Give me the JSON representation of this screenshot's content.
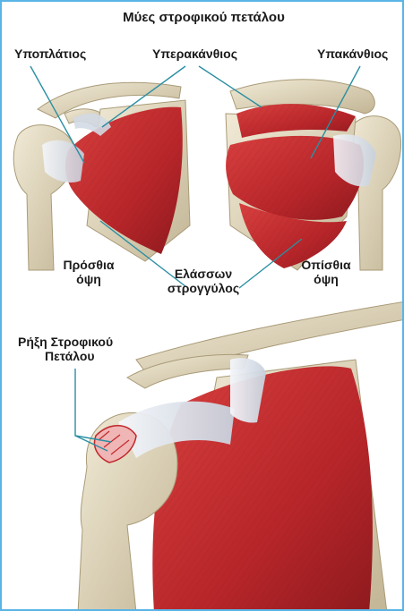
{
  "title": "Μύες στροφικού πετάλου",
  "labels": {
    "subscapularis": "Υποπλάτιος",
    "supraspinatus": "Υπερακάνθιος",
    "infraspinatus": "Υπακάνθιος",
    "anterior_view_line1": "Πρόσθια",
    "anterior_view_line2": "όψη",
    "teres_minor_line1": "Ελάσσων",
    "teres_minor_line2": "στρογγύλος",
    "posterior_view_line1": "Οπίσθια",
    "posterior_view_line2": "όψη",
    "tear_line1": "Ρήξη Στροφικού",
    "tear_line2": "Πετάλου"
  },
  "colors": {
    "border": "#5ab4e6",
    "muscle": "#c0282c",
    "muscle_dark": "#8e1a1e",
    "bone": "#e6ddc4",
    "bone_shadow": "#b9ad8e",
    "tendon": "#dfe6ef",
    "leader_line": "#2a8fa3"
  }
}
